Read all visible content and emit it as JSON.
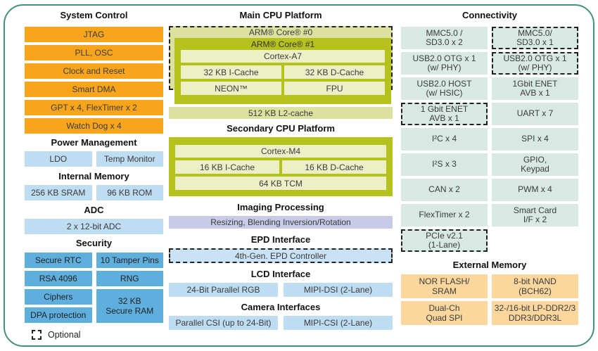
{
  "legend": {
    "optional": "Optional"
  },
  "left": {
    "system_control": {
      "title": "System Control",
      "items": [
        "JTAG",
        "PLL, OSC",
        "Clock and Reset",
        "Smart DMA",
        "GPT x 4, FlexTimer x 2",
        "Watch Dog x 4"
      ]
    },
    "power_management": {
      "title": "Power Management",
      "items": [
        "LDO",
        "Temp Monitor"
      ]
    },
    "internal_memory": {
      "title": "Internal Memory",
      "items": [
        "256 KB SRAM",
        "96 KB ROM"
      ]
    },
    "adc": {
      "title": "ADC",
      "items": [
        "2 x 12-bit ADC"
      ]
    },
    "security": {
      "title": "Security",
      "items": [
        "Secure RTC",
        "10 Tamper Pins",
        "RSA 4096",
        "RNG",
        "Ciphers",
        "DPA protection",
        "32 KB\nSecure RAM"
      ]
    }
  },
  "middle": {
    "main_cpu": {
      "title": "Main CPU Platform",
      "core0_label": "ARM® Core® #0",
      "core1_label": "ARM® Core® #1",
      "cells": {
        "cortex": "Cortex-A7",
        "icache": "32 KB I-Cache",
        "dcache": "32 KB D-Cache",
        "neon": "NEON™",
        "fpu": "FPU"
      },
      "l2_cache": "512 KB L2-cache"
    },
    "secondary_cpu": {
      "title": "Secondary CPU Platform",
      "cells": {
        "cortex": "Cortex-M4",
        "icache": "16 KB I-Cache",
        "dcache": "16 KB D-Cache",
        "tcm": "64 KB TCM"
      }
    },
    "imaging": {
      "title": "Imaging Processing",
      "item": "Resizing, Blending Inversion/Rotation"
    },
    "epd": {
      "title": "EPD Interface",
      "item": "4th-Gen. EPD Controller"
    },
    "lcd": {
      "title": "LCD Interface",
      "items": [
        "24-Bit Parallel RGB",
        "MIPI-DSI (2-Lane)"
      ]
    },
    "camera": {
      "title": "Camera Interfaces",
      "items": [
        "Parallel CSI (up to 24-Bit)",
        "MIPI-CSI (2-Lane)"
      ]
    }
  },
  "right": {
    "connectivity": {
      "title": "Connectivity",
      "cells": [
        {
          "label": "MMC5.0 /\nSD3.0 x 2",
          "optional": false
        },
        {
          "label": "MMC5.0/\nSD3.0 x 1",
          "optional": true
        },
        {
          "label": "USB2.0 OTG x 1\n(w/ PHY)",
          "optional": false
        },
        {
          "label": "USB2.0 OTG x 1\n(w/ PHY)",
          "optional": true
        },
        {
          "label": "USB2.0 HOST\n(w/ HSIC)",
          "optional": false
        },
        {
          "label": "1Gbit ENET\nAVB x 1",
          "optional": false
        },
        {
          "label": "1 Gbit ENET\nAVB x 1",
          "optional": true
        },
        {
          "label": "UART x 7",
          "optional": false
        },
        {
          "label": "I²C x 4",
          "optional": false
        },
        {
          "label": "SPI x 4",
          "optional": false
        },
        {
          "label": "I²S x 3",
          "optional": false
        },
        {
          "label": "GPIO,\nKeypad",
          "optional": false
        },
        {
          "label": "CAN x 2",
          "optional": false
        },
        {
          "label": "PWM x 4",
          "optional": false
        },
        {
          "label": "FlexTimer x 2",
          "optional": false
        },
        {
          "label": "Smart Card\nI/F x 2",
          "optional": false
        },
        {
          "label": "PCIe v2.1\n(1-Lane)",
          "optional": true
        }
      ]
    },
    "external_memory": {
      "title": "External Memory",
      "cells": [
        "NOR FLASH/\nSRAM",
        "8-bit NAND\n(BCH62)",
        "Dual-Ch\nQuad SPI",
        "32-/16-bit LP-DDR2/3\nDDR3/DDR3L"
      ]
    }
  },
  "colors": {
    "system_control_orange": "#f9a51b",
    "light_blue": "#bedcf2",
    "security_blue": "#5fafde",
    "olive_green": "#b5c21e",
    "olive_light": "#dce19f",
    "pale_green": "#edefc6",
    "lavender": "#c7cbe8",
    "connectivity_teal": "#d8e9e3",
    "external_memory_orange": "#fbd79e",
    "frame_border_teal": "#44907e"
  }
}
